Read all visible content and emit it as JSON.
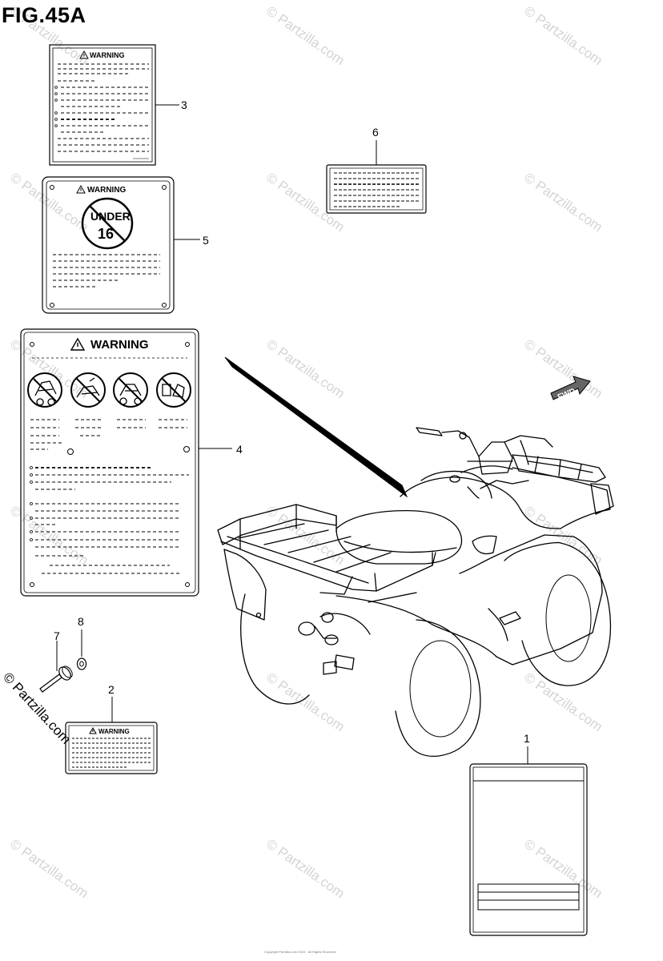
{
  "figure": {
    "title": "FIG.45A"
  },
  "labels": {
    "warning_small": "WARNING",
    "warning_large": "WARNING",
    "under_text": "UNDER",
    "under_age": "16",
    "fwd": "FWD"
  },
  "callouts": [
    "1",
    "2",
    "3",
    "4",
    "5",
    "6",
    "7",
    "8"
  ],
  "watermark": {
    "text": "© Partzilla.com",
    "color": "#d4d4d4"
  },
  "footer": {
    "text": "Copyright Partzilla.com 2024 · All Rights Reserved"
  }
}
